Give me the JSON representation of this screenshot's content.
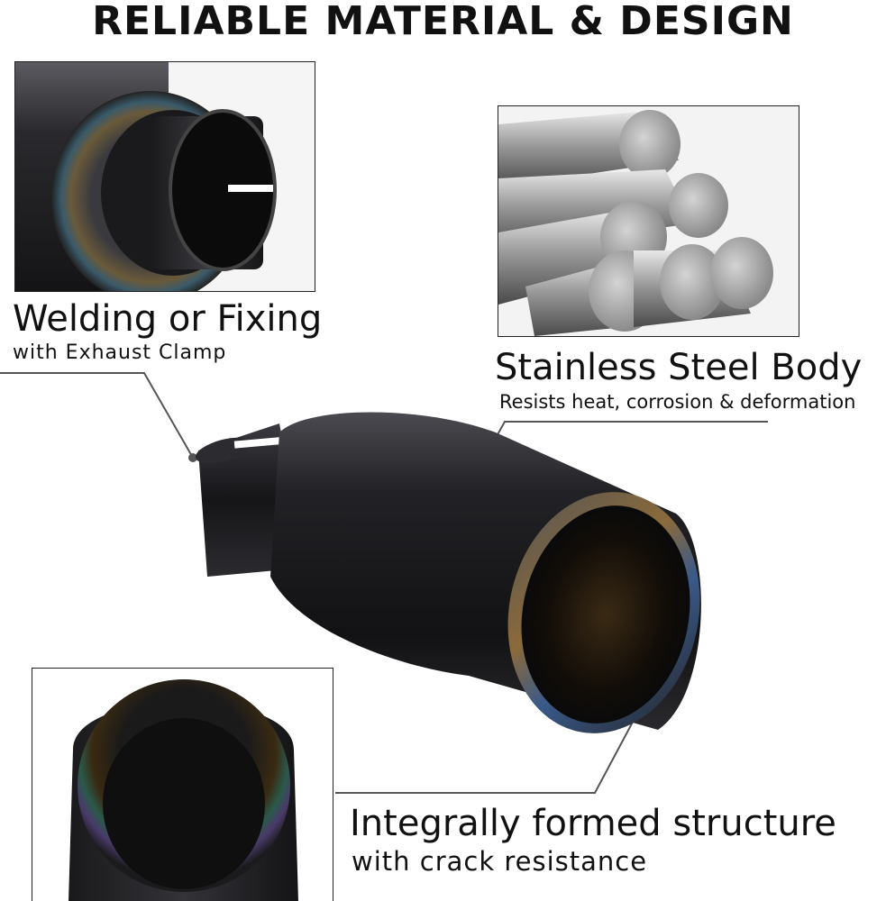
{
  "title": "RELIABLE MATERIAL & DESIGN",
  "features": {
    "welding": {
      "heading": "Welding or Fixing",
      "subtext": "with Exhaust Clamp"
    },
    "steel": {
      "heading": "Stainless Steel Body",
      "subtext": "Resists heat, corrosion & deformation"
    },
    "integral": {
      "heading": "Integrally formed structure",
      "subtext": "with crack resistance"
    }
  },
  "colors": {
    "text": "#111111",
    "chrome_dark": "#1b1b1e",
    "steel": "#b8b8b8"
  },
  "icons": [
    "weld-inlet-photo",
    "steel-rods-photo",
    "tip-outlet-photo",
    "exhaust-tip-product"
  ]
}
